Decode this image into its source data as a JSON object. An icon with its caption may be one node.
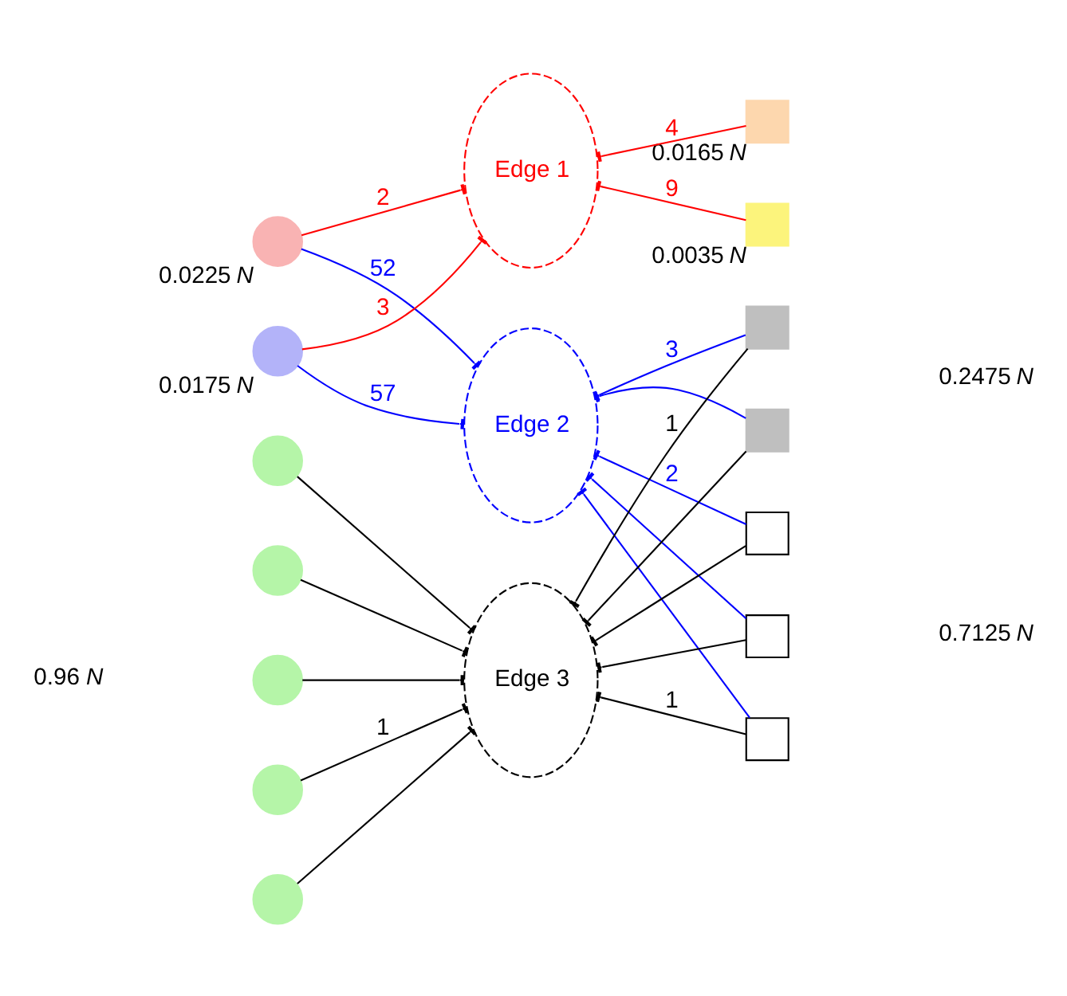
{
  "diagram": {
    "nodes": [
      {
        "text": [],
        "shape": "circle",
        "beside": [
          "0.0225 *N*"
        ]
      },
      {
        "text": [],
        "shape": "circle",
        "beside": [
          "0.0175 *N*"
        ]
      },
      {
        "text": [],
        "shape": "circle"
      },
      {
        "text": [],
        "shape": "circle"
      },
      {
        "text": [],
        "shape": "circle"
      },
      {
        "text": [],
        "shape": "circle"
      },
      {
        "text": [],
        "shape": "circle"
      },
      {
        "text": [
          "Edge 1"
        ]
      },
      {
        "text": [
          "Edge 2"
        ]
      },
      {
        "text": [
          "Edge 3"
        ]
      },
      {
        "text": [],
        "shape": "box",
        "beside": [
          "0.0165 *N*"
        ]
      },
      {
        "text": [],
        "shape": "box",
        "beside": [
          "0.0035 *N*"
        ]
      },
      {
        "text": [],
        "shape": "box"
      },
      {
        "text": [],
        "shape": "box"
      },
      {
        "text": [],
        "shape": "box"
      },
      {
        "text": [],
        "shape": "box"
      },
      {
        "text": [],
        "shape": "box"
      }
    ],
    "edges": [
      {
        "from": 0,
        "to": 7,
        "arrow": "other",
        "label": "2",
        "color": "#ff0000"
      },
      {
        "from": 1,
        "to": 7,
        "arrow": "other",
        "label": "3",
        "color": "#ff0000"
      },
      {
        "from": 7,
        "to": 10,
        "arrow": "other",
        "label": "4",
        "color": "#ff0000"
      },
      {
        "from": 7,
        "to": 11,
        "arrow": "other",
        "label": "9",
        "color": "#ff0000"
      },
      {
        "from": 0,
        "to": 8,
        "arrow": "other",
        "label": "52",
        "color": "#0000ff"
      },
      {
        "from": 1,
        "to": 8,
        "arrow": "other",
        "label": "57",
        "color": "#0000ff"
      },
      {
        "from": 8,
        "to": 12,
        "arrow": "other",
        "label": "3",
        "color": "#0000ff"
      },
      {
        "from": 8,
        "to": 14,
        "arrow": "other",
        "label": "2",
        "color": "#0000ff"
      },
      {
        "from": 8,
        "to": 13,
        "arrow": "other",
        "color": "#0000ff"
      },
      {
        "from": 8,
        "to": 15,
        "arrow": "other",
        "color": "#0000ff"
      },
      {
        "from": 8,
        "to": 16,
        "arrow": "other",
        "color": "#0000ff"
      },
      {
        "from": 2,
        "to": 9,
        "arrow": "other"
      },
      {
        "from": 3,
        "to": 9,
        "arrow": "other"
      },
      {
        "from": 4,
        "to": 9,
        "arrow": "other"
      },
      {
        "from": 5,
        "to": 9,
        "arrow": "other",
        "label": "1"
      },
      {
        "from": 6,
        "to": 9,
        "arrow": "other"
      },
      {
        "from": 9,
        "to": 12,
        "arrow": "other",
        "label": "1"
      },
      {
        "from": 9,
        "to": 14,
        "arrow": "other"
      },
      {
        "from": 9,
        "to": 13,
        "arrow": "other"
      },
      {
        "from": 9,
        "to": 15,
        "arrow": "other"
      },
      {
        "from": 9,
        "to": 16,
        "arrow": "other",
        "label": "1"
      }
    ],
    "labels": [
      "0.2475 *N*",
      "0.96 *N*",
      "0.7125 *N*"
    ]
  }
}
